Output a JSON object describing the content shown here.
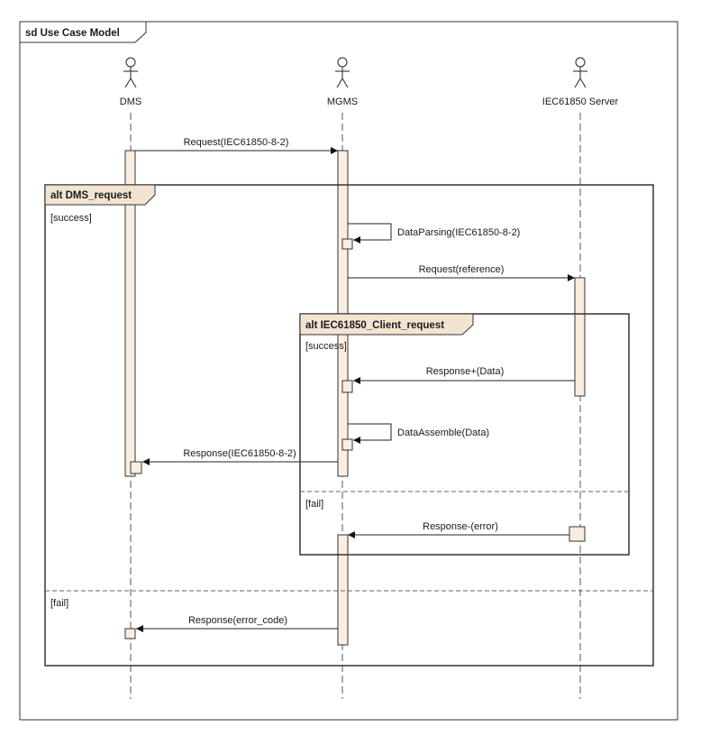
{
  "diagram": {
    "title": "sd Use Case Model",
    "actors": [
      "DMS",
      "MGMS",
      "IEC61850 Server"
    ],
    "alt_outer": {
      "label": "alt DMS_request",
      "guard_1": "[success]",
      "guard_2": "[fail]"
    },
    "alt_inner": {
      "label": "alt IEC61850_Client_request",
      "guard_1": "[success]",
      "guard_2": "[fail]"
    },
    "messages": [
      "Request(IEC61850-8-2)",
      "DataParsing(IEC61850-8-2)",
      "Request(reference)",
      "Response+(Data)",
      "DataAssemble(Data)",
      "Response(IEC61850-8-2)",
      "Response-(error)",
      "Response(error_code)"
    ],
    "colors": {
      "activation_fill": "#fbeee0",
      "frame_tab_fill": "#f3e4d2",
      "line": "#222222"
    }
  }
}
